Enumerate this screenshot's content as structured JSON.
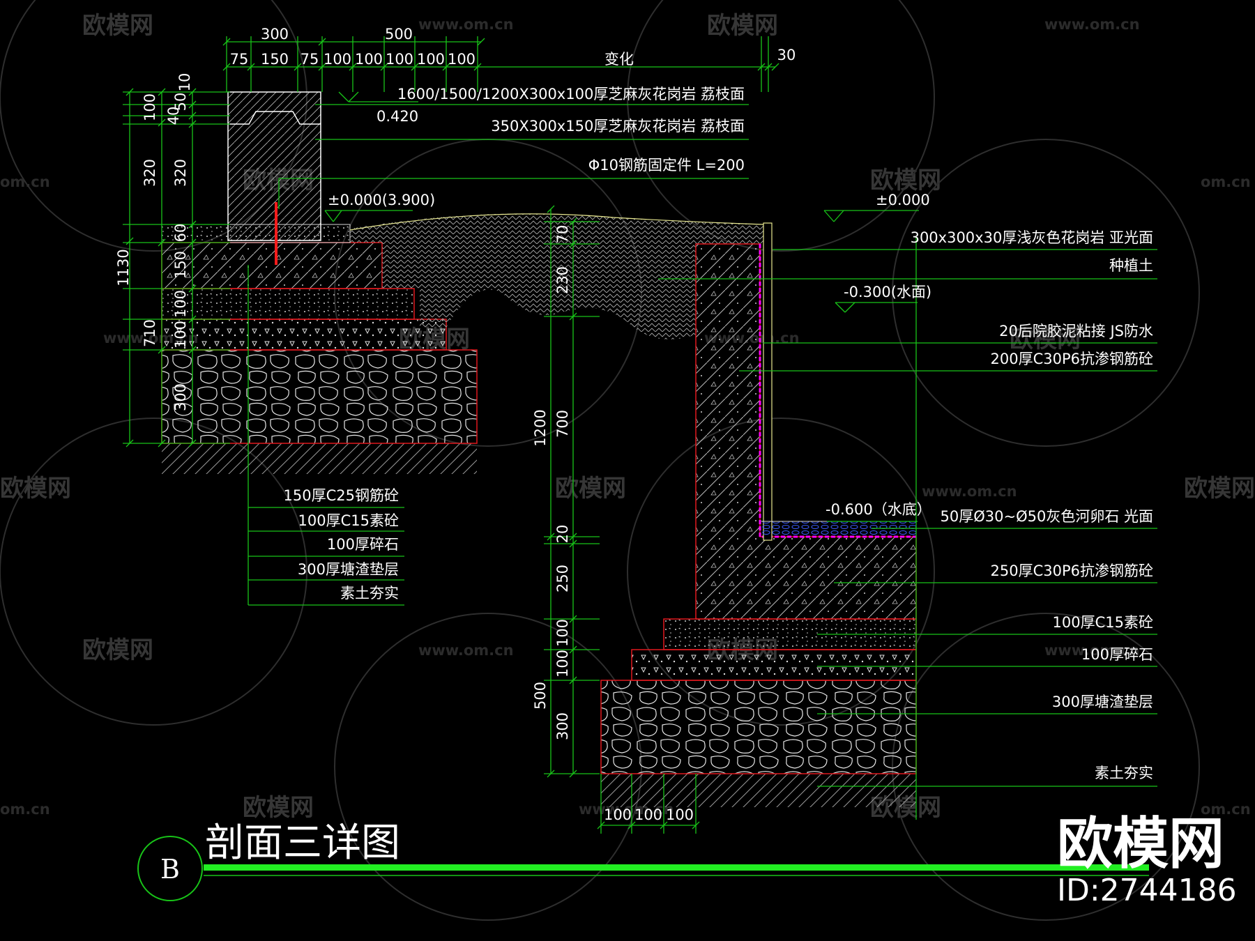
{
  "title": "剖面三详图",
  "section_mark": "B",
  "brand": {
    "logo_text": "欧模网",
    "id_text": "ID:2744186"
  },
  "watermark": {
    "text": "欧模网",
    "url": "www.om.cn",
    "url_short": "om.cn"
  },
  "top_dims": {
    "row1": [
      "300",
      "500"
    ],
    "row2": [
      "75",
      "150",
      "75",
      "100",
      "100",
      "100",
      "100",
      "100"
    ],
    "variable": "变化",
    "end": "30",
    "tick": "10"
  },
  "left_dims": {
    "outer": [
      "100",
      "320",
      "1130",
      "710"
    ],
    "inner": [
      "50",
      "40",
      "320",
      "60",
      "150",
      "100",
      "100",
      "300"
    ]
  },
  "mid_dims": [
    "70",
    "230",
    "1200",
    "700",
    "20",
    "250",
    "500",
    "100",
    "100",
    "300"
  ],
  "bottom_dims": [
    "100",
    "100",
    "100"
  ],
  "elevations": {
    "cap_top": "0.420",
    "coping_level": "±0.000(3.900)",
    "right_level": "±0.000",
    "water_surface": "-0.300(水面)",
    "water_bottom": "-0.600（水底）"
  },
  "callouts_top": [
    "1600/1500/1200X300x100厚芝麻灰花岗岩 荔枝面",
    "350X300x150厚芝麻灰花岗岩 荔枝面",
    "Φ10钢筋固定件 L=200"
  ],
  "callouts_right": [
    "300x300x30厚浅灰色花岗岩 亚光面",
    "种植土",
    "20后院胶泥粘接 JS防水",
    "200厚C30P6抗渗钢筋砼",
    "50厚Ø30~Ø50灰色河卵石 光面",
    "250厚C30P6抗渗钢筋砼",
    "100厚C15素砼",
    "100厚碎石",
    "300厚塘渣垫层",
    "素土夯实"
  ],
  "callouts_left": [
    "150厚C25钢筋砼",
    "100厚C15素砼",
    "100厚碎石",
    "300厚塘渣垫层",
    "素土夯实"
  ],
  "colors": {
    "background": "#000000",
    "line_green": "#18c418",
    "title_bar": "#22ee22",
    "section_red": "#e0181e",
    "membrane_magenta": "#ff00ff",
    "rebar_red": "#ff1c1c",
    "hatch_white": "#d8d8d8",
    "watermark_gray": "#7d7d7d"
  }
}
